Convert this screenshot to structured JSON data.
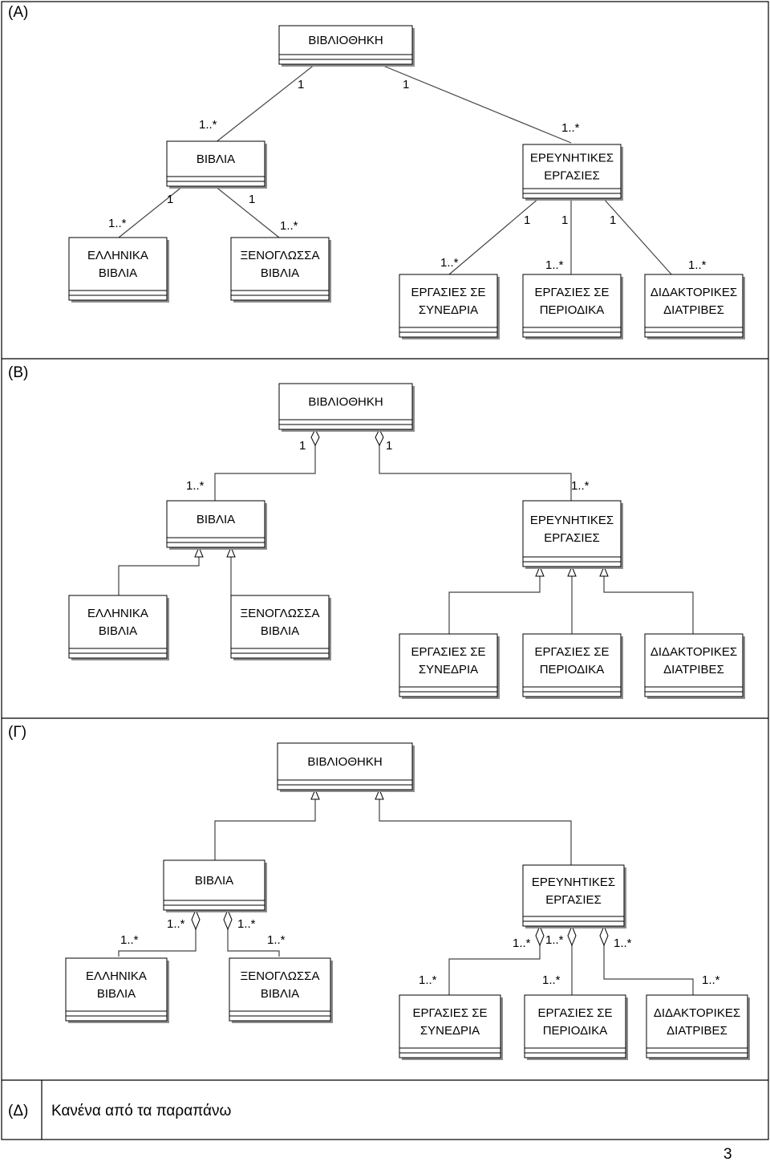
{
  "sections": {
    "a": {
      "tag": "(Α)"
    },
    "b": {
      "tag": "(Β)"
    },
    "c": {
      "tag": "(Γ)"
    },
    "d": {
      "tag": "(Δ)",
      "text": "Κανένα από τα παραπάνω"
    }
  },
  "classes": {
    "library": "ΒΙΒΛΙΟΘΗΚΗ",
    "books": "ΒΙΒΛΙΑ",
    "research_1": "ΕΡΕΥΝΗΤΙΚΕΣ",
    "research_2": "ΕΡΓΑΣΙΕΣ",
    "greek_1": "ΕΛΛΗΝΙΚΑ",
    "greek_2": "ΒΙΒΛΙΑ",
    "foreign_1": "ΞΕΝΟΓΛΩΣΣΑ",
    "foreign_2": "ΒΙΒΛΙΑ",
    "conf_1": "ΕΡΓΑΣΙΕΣ ΣΕ",
    "conf_2": "ΣΥΝΕΔΡΙΑ",
    "journal_1": "ΕΡΓΑΣΙΕΣ ΣΕ",
    "journal_2": "ΠΕΡΙΟΔΙΚΑ",
    "thesis_1": "ΔΙΔΑΚΤΟΡΙΚΕΣ",
    "thesis_2": "ΔΙΑΤΡΙΒΕΣ"
  },
  "multiplicity": {
    "one": "1",
    "many": "1..*"
  },
  "page_number": "3"
}
